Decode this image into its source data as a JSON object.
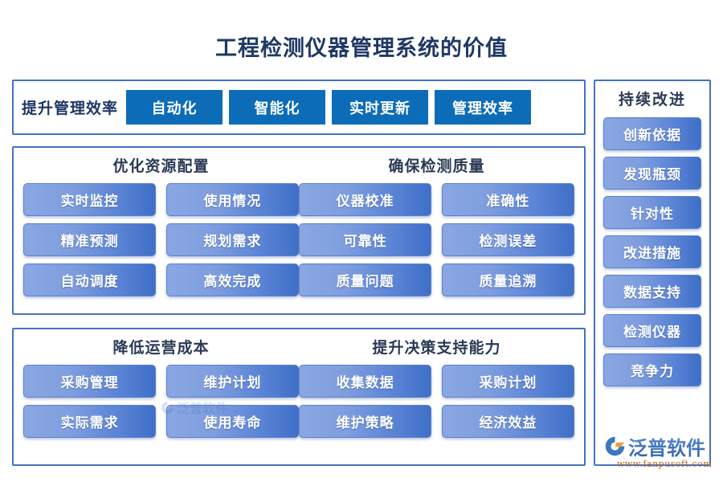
{
  "title": "工程检测仪器管理系统的价值",
  "colors": {
    "title_text": "#1f3864",
    "panel_border": "#4472c4",
    "flat_chip_bg": "#0c6cb8",
    "gradient_chip_from": "#8aa7e2",
    "gradient_chip_to": "#3f6fc8",
    "section_heading": "#2b3a55",
    "logo_blue": "#2f63ad",
    "logo_url_brown": "#b5651d"
  },
  "efficiency_row": {
    "label": "提升管理效率",
    "chips": [
      {
        "label": "自动化"
      },
      {
        "label": "智能化"
      },
      {
        "label": "实时更新"
      },
      {
        "label": "管理效率"
      }
    ]
  },
  "middle_panel": {
    "columns": [
      {
        "title": "优化资源配置",
        "chips": [
          {
            "label": "实时监控"
          },
          {
            "label": "使用情况"
          },
          {
            "label": "精准预测"
          },
          {
            "label": "规划需求"
          },
          {
            "label": "自动调度"
          },
          {
            "label": "高效完成"
          }
        ]
      },
      {
        "title": "确保检测质量",
        "chips": [
          {
            "label": "仪器校准"
          },
          {
            "label": "准确性"
          },
          {
            "label": "可靠性"
          },
          {
            "label": "检测误差"
          },
          {
            "label": "质量问题"
          },
          {
            "label": "质量追溯"
          }
        ]
      }
    ]
  },
  "lower_panel": {
    "columns": [
      {
        "title": "降低运营成本",
        "chips": [
          {
            "label": "采购管理"
          },
          {
            "label": "维护计划"
          },
          {
            "label": "实际需求"
          },
          {
            "label": "使用寿命"
          }
        ]
      },
      {
        "title": "提升决策支持能力",
        "chips": [
          {
            "label": "收集数据"
          },
          {
            "label": "采购计划"
          },
          {
            "label": "维护策略"
          },
          {
            "label": "经济效益"
          }
        ]
      }
    ]
  },
  "sidebar": {
    "title": "持续改进",
    "chips": [
      {
        "label": "创新依据"
      },
      {
        "label": "发现瓶颈"
      },
      {
        "label": "针对性"
      },
      {
        "label": "改进措施"
      },
      {
        "label": "数据支持"
      },
      {
        "label": "检测仪器"
      },
      {
        "label": "竞争力"
      }
    ]
  },
  "brand": {
    "name": "泛普软件",
    "url": "www.fanpusoft.com",
    "watermark_name": "泛普软件"
  }
}
